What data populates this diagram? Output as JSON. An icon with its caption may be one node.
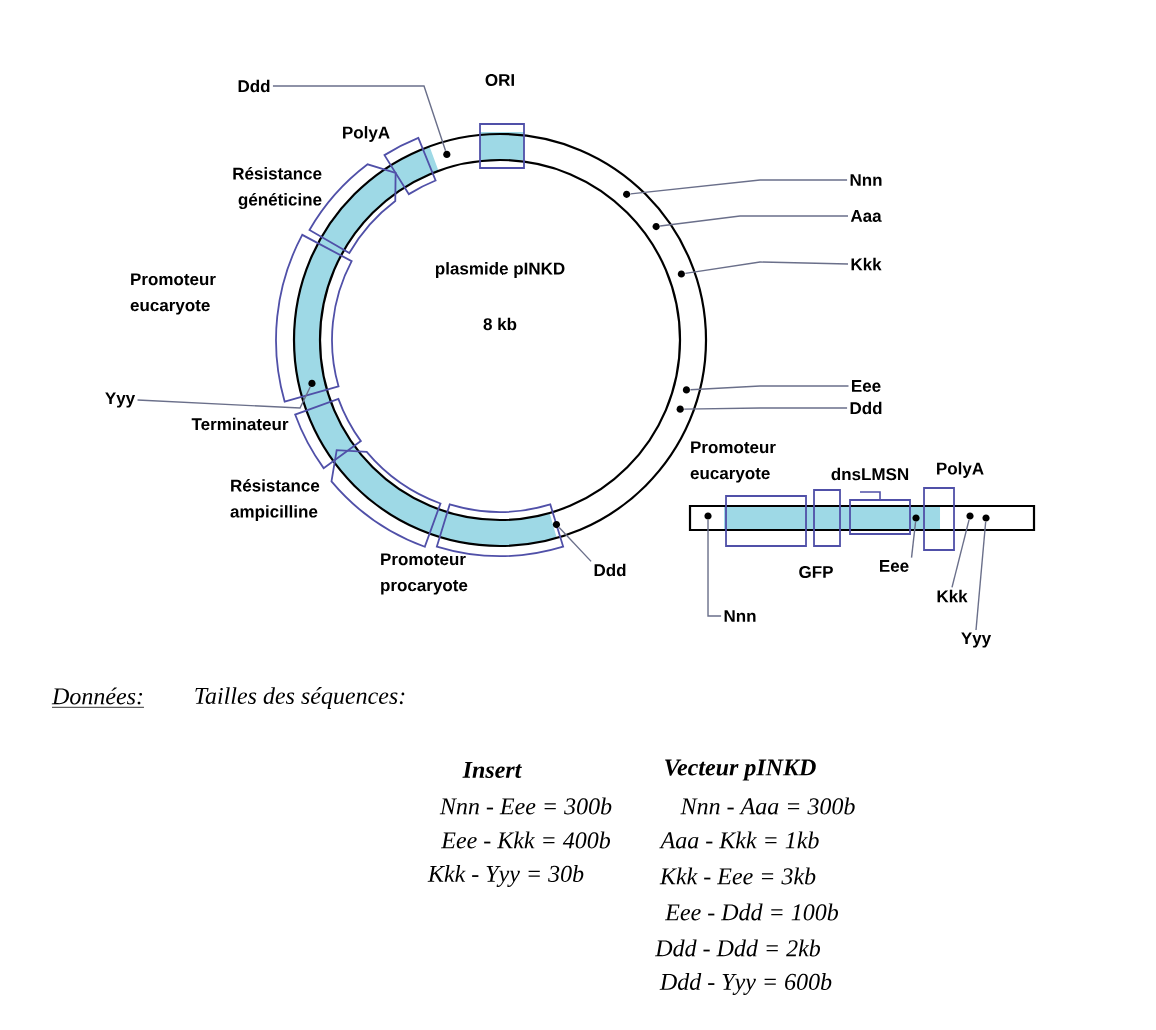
{
  "diagram": {
    "nodes": [
      {
        "text": [
          "Ddd"
        ]
      },
      {
        "text": [
          "Nnn"
        ]
      },
      {
        "text": [
          "Aaa"
        ]
      },
      {
        "text": [
          "Kkk"
        ]
      },
      {
        "text": [
          "Eee"
        ]
      },
      {
        "text": [
          "Ddd"
        ]
      },
      {
        "text": [
          "Yyy"
        ]
      },
      {
        "text": [
          "Ddd"
        ]
      },
      {
        "text": [
          "Nnn"
        ]
      },
      {
        "text": [
          "Eee"
        ]
      },
      {
        "text": [
          "Kkk"
        ]
      },
      {
        "text": [
          "Yyy"
        ]
      },
      {
        "text": [],
        "shape": "circle"
      },
      {
        "text": [],
        "shape": "circle"
      },
      {
        "text": [],
        "shape": "circle"
      },
      {
        "text": [],
        "shape": "circle"
      },
      {
        "text": [],
        "shape": "circle"
      },
      {
        "text": [],
        "shape": "circle"
      },
      {
        "text": [],
        "shape": "circle"
      },
      {
        "text": [],
        "shape": "circle"
      },
      {
        "text": [],
        "shape": "circle"
      },
      {
        "text": [],
        "shape": "circle"
      },
      {
        "text": [],
        "shape": "circle"
      },
      {
        "text": [],
        "shape": "circle"
      }
    ],
    "edges": [
      {
        "from": 0,
        "to": 12,
        "arrow": "none"
      },
      {
        "from": 1,
        "to": 13,
        "arrow": "none"
      },
      {
        "from": 2,
        "to": 14,
        "arrow": "none"
      },
      {
        "from": 3,
        "to": 15,
        "arrow": "none"
      },
      {
        "from": 4,
        "to": 16,
        "arrow": "none"
      },
      {
        "from": 5,
        "to": 17,
        "arrow": "none"
      },
      {
        "from": 6,
        "to": 18,
        "arrow": "none"
      },
      {
        "from": 7,
        "to": 19,
        "arrow": "none"
      },
      {
        "from": 8,
        "to": 20,
        "arrow": "none"
      },
      {
        "from": 9,
        "to": 21,
        "arrow": "none"
      },
      {
        "from": 10,
        "to": 22,
        "arrow": "none"
      },
      {
        "from": 11,
        "to": 23,
        "arrow": "none"
      }
    ],
    "labels": [
      "ORI",
      "PolyA",
      "Résistance généticine",
      "Promoteur eucaryote",
      "plasmide pINKD",
      "8 kb",
      "Terminateur",
      "Résistance ampicilline",
      "Promoteur procaryote",
      "Promoteur eucaryote",
      "dnsLMSN",
      "PolyA",
      "GFP",
      "Données:",
      "Tailles des séquences:",
      "Insert",
      "Vecteur pINKD",
      "Nnn - Eee = 300b",
      "Nnn - Aaa = 300b",
      "Eee - Kkk = 400b",
      "Aaa - Kkk = 1kb",
      "Kkk - Yyy = 30b",
      "Kkk - Eee = 3kb",
      "Eee - Ddd = 100b",
      "Ddd - Ddd = 2kb",
      "Ddd - Yyy = 600b"
    ]
  }
}
